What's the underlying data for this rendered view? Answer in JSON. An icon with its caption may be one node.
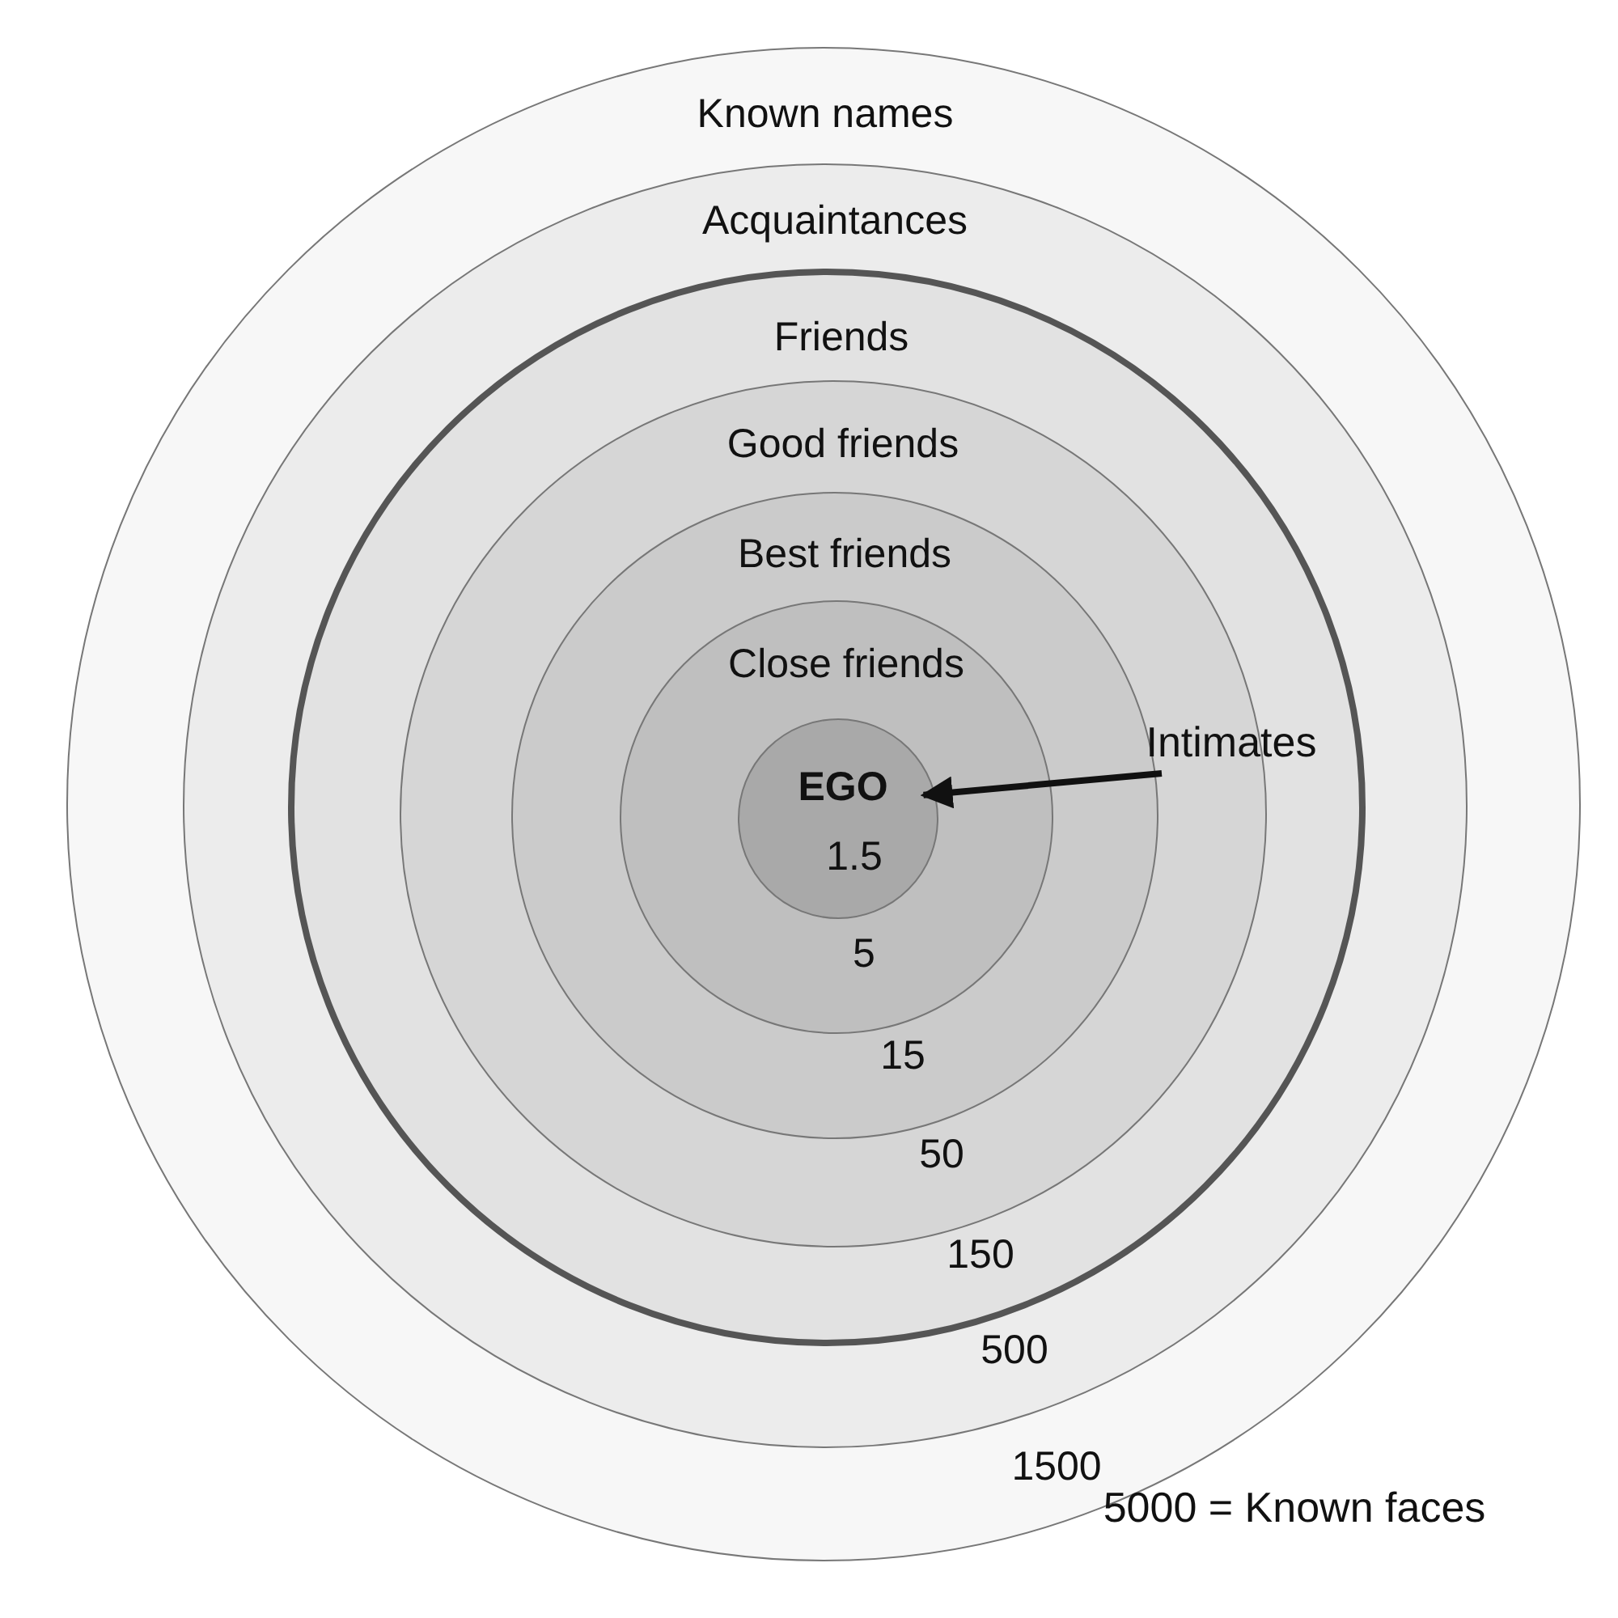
{
  "diagram": {
    "nodes": [
      {
        "text": [
          "Known names",
          "1500"
        ]
      },
      {
        "text": [
          "Acquaintances",
          "500"
        ],
        "in": 0
      },
      {
        "text": [
          "Friends",
          "150"
        ],
        "in": 1
      },
      {
        "text": [
          "Good friends",
          "50"
        ],
        "in": 2
      },
      {
        "text": [
          "Best friends",
          "15"
        ],
        "in": 3
      },
      {
        "text": [
          "Close friends",
          "5"
        ],
        "in": 4
      },
      {
        "text": [
          "EGO",
          "1.5"
        ],
        "in": 5
      },
      {
        "text": [
          "Intimates"
        ],
        "in": 2
      }
    ],
    "edges": [
      {
        "from": 7,
        "to": 6,
        "arrow": "to"
      }
    ],
    "labels": [
      "5000 = Known faces"
    ]
  }
}
